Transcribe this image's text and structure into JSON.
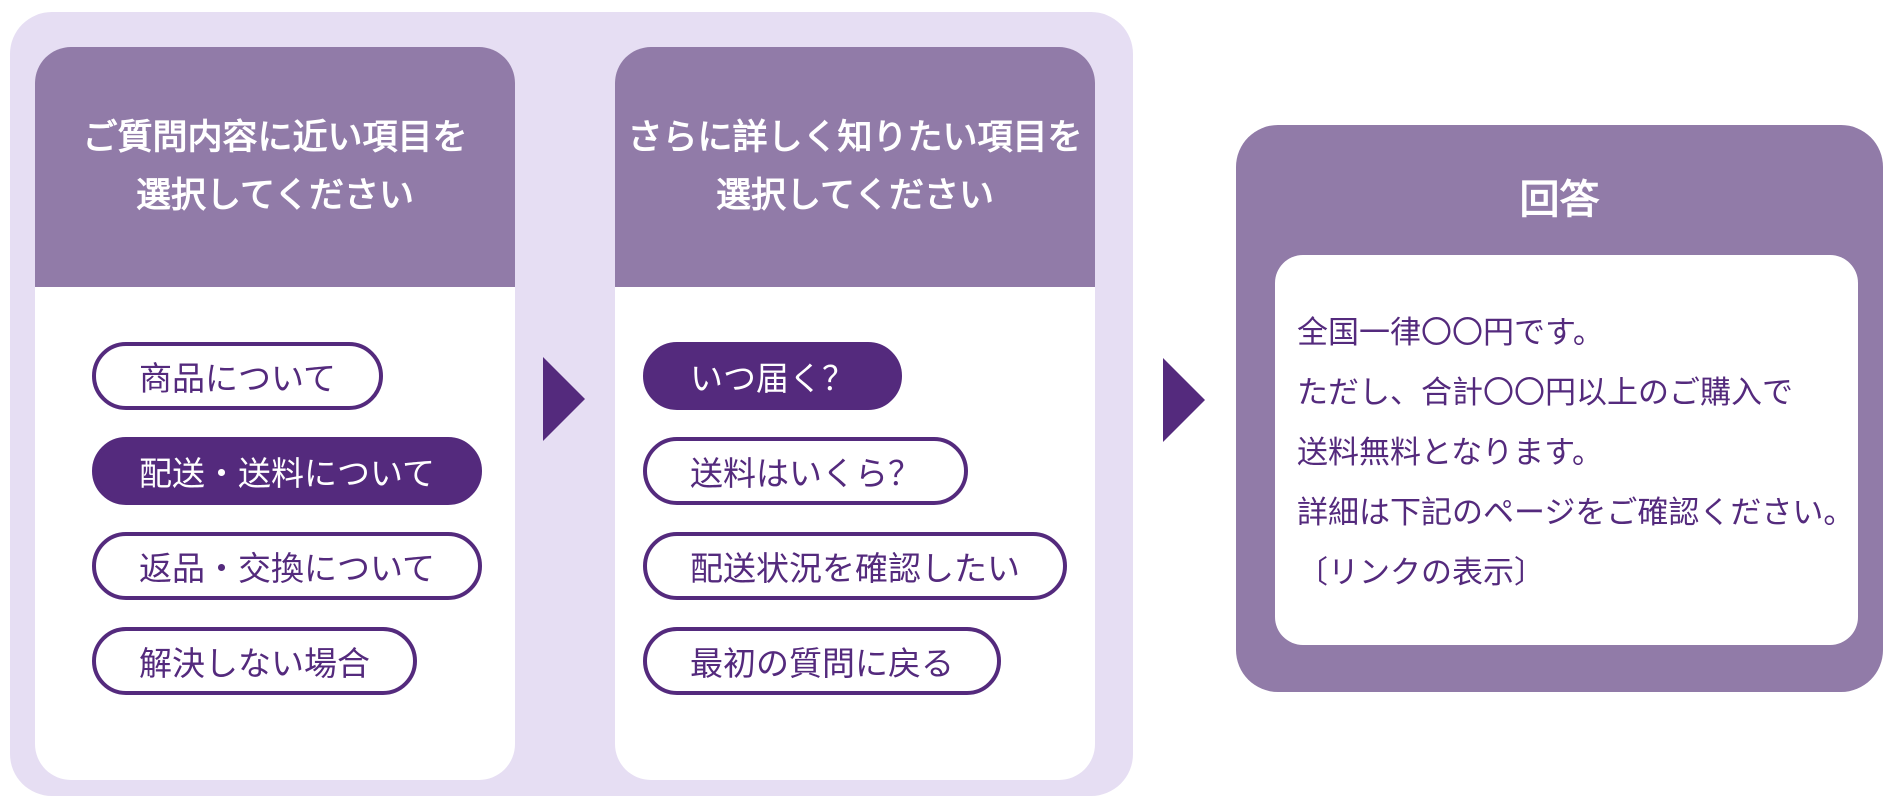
{
  "colors": {
    "accent_dark_purple": "#542a7d",
    "panel_header_purple": "#917ba8",
    "container_light_purple": "#e6def3",
    "card_white": "#ffffff"
  },
  "step1": {
    "header": {
      "line1": "ご質問内容に近い項目を",
      "line2": "選択してください"
    },
    "buttons": [
      {
        "label": "商品について",
        "selected": false
      },
      {
        "label": "配送・送料について",
        "selected": true
      },
      {
        "label": "返品・交換について",
        "selected": false
      },
      {
        "label": "解決しない場合",
        "selected": false
      }
    ]
  },
  "step2": {
    "header": {
      "line1": "さらに詳しく知りたい項目を",
      "line2": "選択してください"
    },
    "buttons": [
      {
        "label": "いつ届く？",
        "selected": true
      },
      {
        "label": "送料はいくら？",
        "selected": false
      },
      {
        "label": "配送状況を確認したい",
        "selected": false
      },
      {
        "label": "最初の質問に戻る",
        "selected": false
      }
    ]
  },
  "answer": {
    "title": "回答",
    "lines": [
      "全国一律〇〇円です。",
      "ただし、合計〇〇円以上のご購入で",
      "送料無料となります。",
      "詳細は下記のページをご確認ください。",
      "〔リンクの表示〕"
    ]
  }
}
